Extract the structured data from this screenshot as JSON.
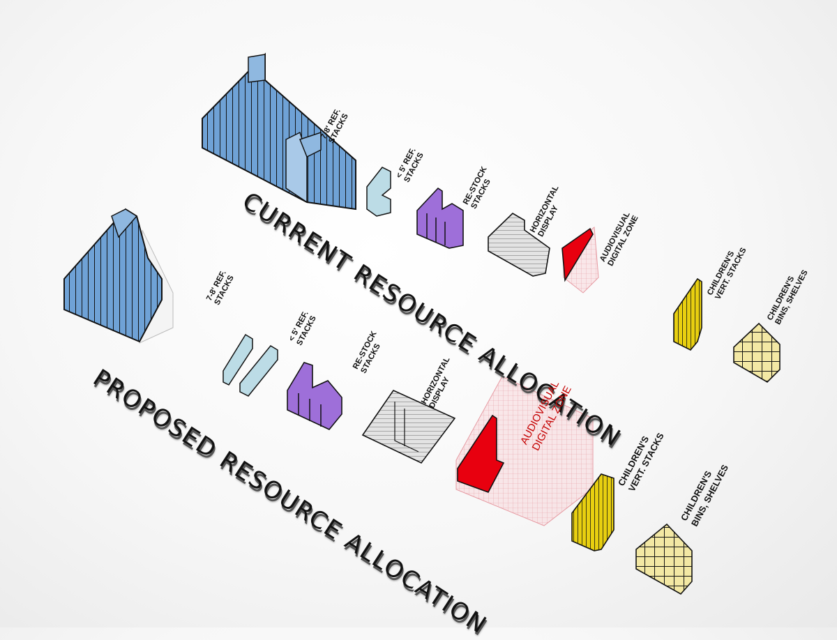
{
  "headings": {
    "current": "CURRENT RESOURCE ALLOCATION",
    "proposed": "PROPOSED RESOURCE ALLOCATION"
  },
  "current": {
    "ref_stacks_78": [
      "7-8' REF.",
      "STACKS"
    ],
    "ref_stacks_lt5": [
      "< 5' REF.",
      "STACKS"
    ],
    "restock_stacks": [
      "RE-STOCK",
      "STACKS"
    ],
    "horizontal_display": [
      "HORIZONTAL",
      "DISPLAY"
    ],
    "av_digital_zone": [
      "AUDIOVISUAL",
      "DIGITAL ZONE"
    ],
    "childrens_vert_stacks": [
      "CHILDREN'S",
      "VERT. STACKS"
    ],
    "childrens_bins_shelves": [
      "CHILDREN'S",
      "BINS, SHELVES"
    ]
  },
  "proposed": {
    "ref_stacks_78": [
      "7-8' REF.",
      "STACKS"
    ],
    "ref_stacks_lt5": [
      "< 5' REF.",
      "STACKS"
    ],
    "restock_stacks": [
      "RE-STOCK",
      "STACKS"
    ],
    "horizontal_display": [
      "HORIZONTAL",
      "DISPLAY"
    ],
    "av_digital_zone": [
      "AUDIOVISUAL",
      "DIGITAL ZONE"
    ],
    "childrens_vert_stacks": [
      "CHILDREN'S",
      "VERT. STACKS"
    ],
    "childrens_bins_shelves": [
      "CHILDREN'S",
      "BINS, SHELVES"
    ]
  },
  "colors": {
    "ref_stacks": "#6fa2d6",
    "small_stacks": "#bcdce6",
    "restock": "#9e6fd9",
    "display": "#e3e3e3",
    "av_zone": "#e8000f",
    "av_zone_grid": "#f3b6bb",
    "children_vert": "#e8cf10",
    "children_bins": "#f3e8a4"
  }
}
